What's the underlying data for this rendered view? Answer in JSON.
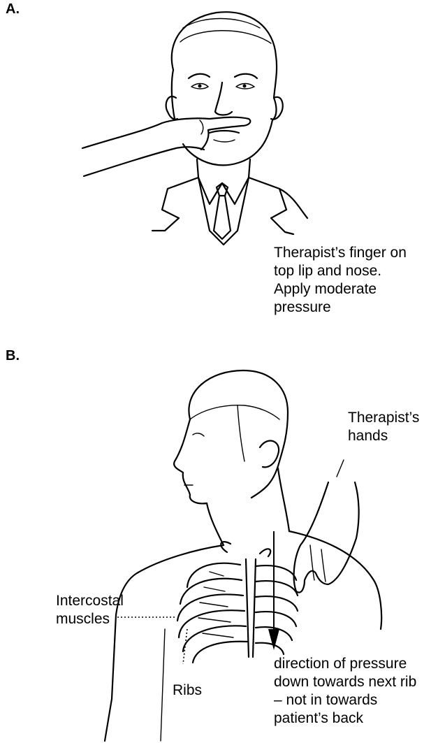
{
  "panel_a": {
    "letter": "A.",
    "caption": [
      "Therapist’s finger on",
      "top lip and nose.",
      "Apply moderate",
      "pressure"
    ]
  },
  "panel_b": {
    "letter": "B.",
    "therapist_label": [
      "Therapist’s",
      "hands"
    ],
    "intercostal_label": [
      "Intercostal",
      "muscles"
    ],
    "ribs_label": "Ribs",
    "direction_label": [
      "direction of pressure",
      "down towards next rib",
      "– not in towards",
      "patient’s back"
    ]
  }
}
